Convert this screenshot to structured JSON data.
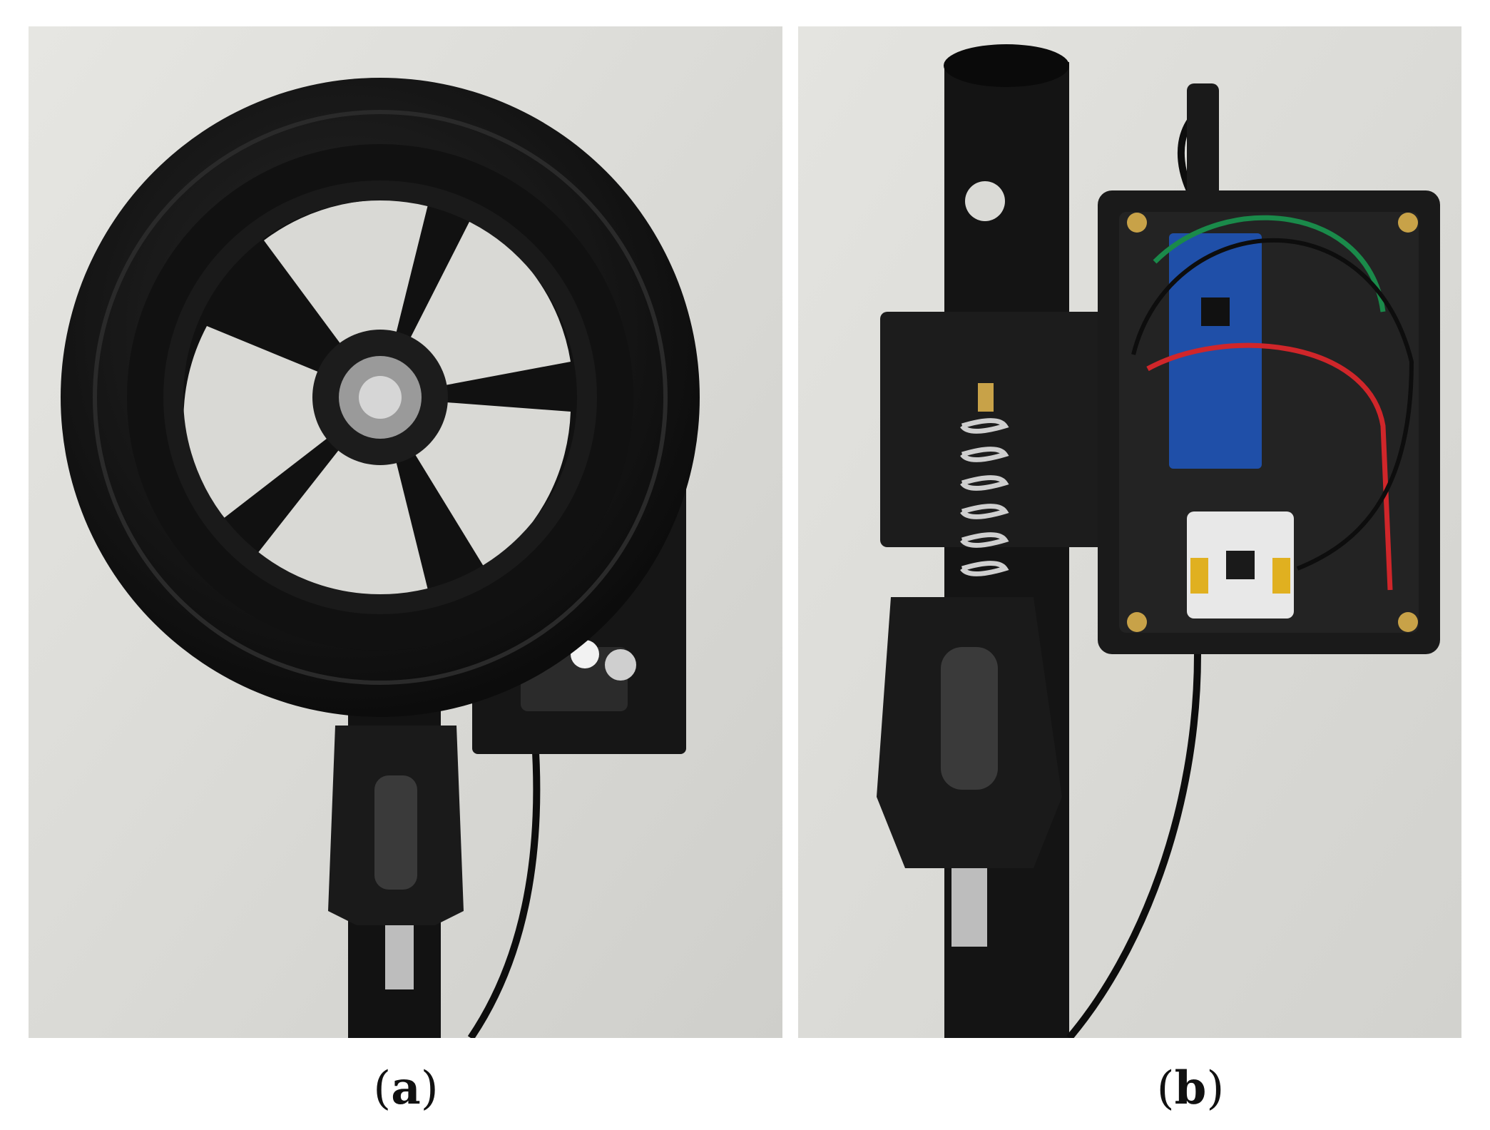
{
  "figure": {
    "panels": [
      {
        "label": "a",
        "subject": "wheel-assembly-photo"
      },
      {
        "label": "b",
        "subject": "electronics-enclosure-photo"
      }
    ],
    "caption_open": "(",
    "caption_close": ")",
    "colors": {
      "background_wall": "#dcdcd8",
      "tire": "#141414",
      "hub": "#1c1c1c",
      "pcb_blue": "#1f4fa8",
      "wire_green": "#1a8a4a",
      "wire_red": "#d0262a",
      "sensor_board": "#e8e8e8",
      "connector_yellow": "#e0b020"
    }
  }
}
